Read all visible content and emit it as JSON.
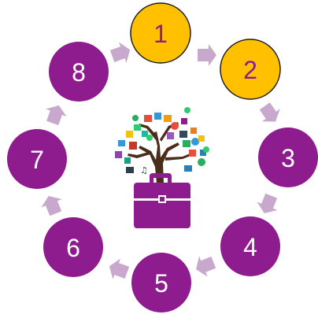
{
  "colors": {
    "step_fill": "#8E1C8E",
    "highlight_fill": "#FFC000",
    "highlight_stroke": "#1A1A1A",
    "arrow": "#C8A8CC",
    "label_on_purple": "#FFFFFF",
    "label_on_yellow": "#8E1C8E",
    "briefcase": "#8E1C8E"
  },
  "steps": [
    {
      "label": "1",
      "highlighted": true
    },
    {
      "label": "2",
      "highlighted": true
    },
    {
      "label": "3",
      "highlighted": false
    },
    {
      "label": "4",
      "highlighted": false
    },
    {
      "label": "5",
      "highlighted": false
    },
    {
      "label": "6",
      "highlighted": false
    },
    {
      "label": "7",
      "highlighted": false
    },
    {
      "label": "8",
      "highlighted": false
    }
  ],
  "center_icon": "tree-of-apps-briefcase-icon"
}
